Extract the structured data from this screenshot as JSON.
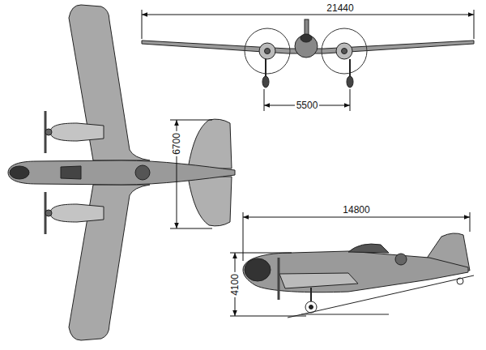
{
  "diagram": {
    "labels": [
      "21440",
      "5500",
      "6700",
      "14800",
      "4100"
    ]
  }
}
